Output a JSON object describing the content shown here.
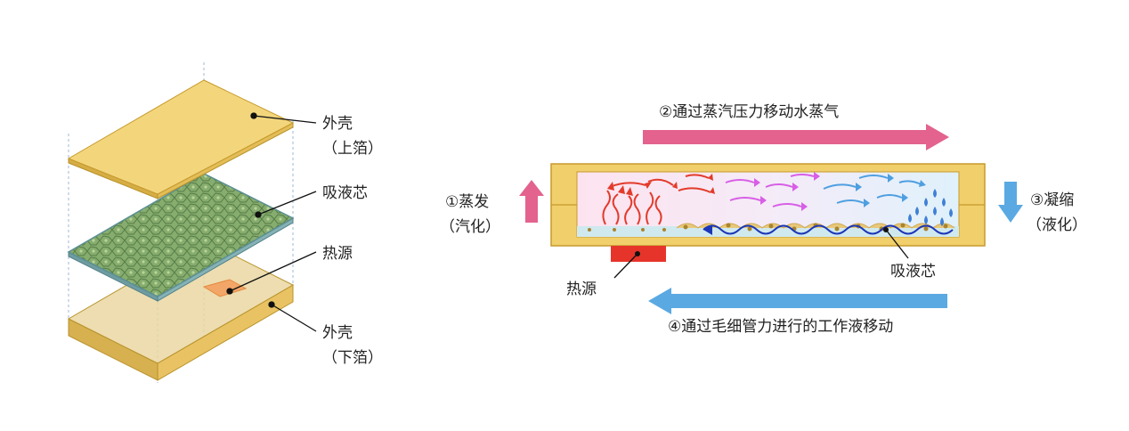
{
  "left_diagram": {
    "upper_shell": {
      "line1": "外壳",
      "line2": "（上箔）"
    },
    "wick": "吸液芯",
    "heat_source": "热源",
    "lower_shell": {
      "line1": "外壳",
      "line2": "（下箔）"
    }
  },
  "right_diagram": {
    "step2": "②通过蒸汽压力移动水蒸气",
    "step1": {
      "line1": "①蒸发",
      "line2": "（汽化）"
    },
    "step3": {
      "line1": "③凝缩",
      "line2": "（液化）"
    },
    "heat_source": "热源",
    "wick": "吸液芯",
    "step4": "④通过毛细管力进行的工作液移动"
  },
  "colors": {
    "shell": "#f1cf6b",
    "shell_edge": "#c79a2c",
    "wick": "#7aa561",
    "wick_edge": "#5b8f93",
    "heat": "#e6342a",
    "pink_arrow": "#e3638e",
    "blue_arrow": "#5aa9e3",
    "vapor_red": "#e33b2b",
    "vapor_magenta": "#d85ee6",
    "vapor_blue": "#4e9fe0",
    "liquid_blue": "#1b36b8"
  }
}
